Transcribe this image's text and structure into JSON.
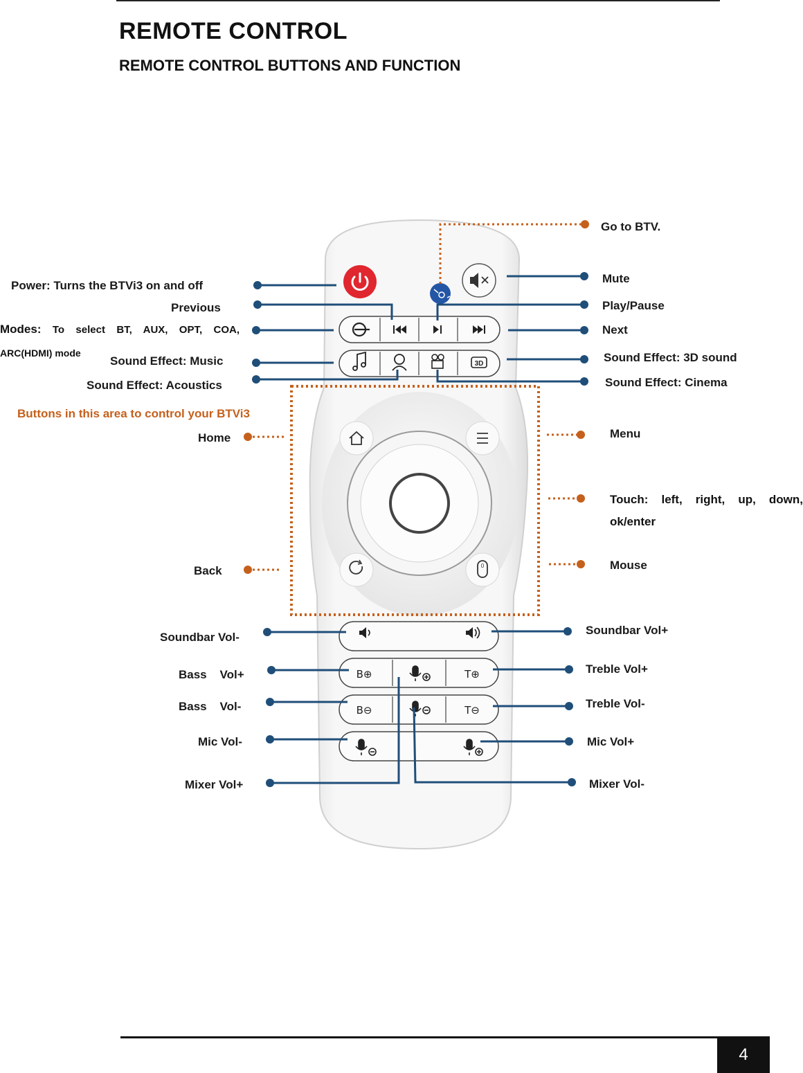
{
  "header": {
    "title": "REMOTE CONTROL",
    "subtitle": "REMOTE CONTROL BUTTONS AND FUNCTION"
  },
  "labels_left": {
    "power": "Power: Turns the BTVi3 on and off",
    "previous": "Previous",
    "modes_head": "Modes:",
    "modes_body": "To select BT, AUX, OPT, COA,",
    "modes_line2": "ARC(HDMI) mode",
    "sound_music": "Sound Effect: Music",
    "sound_acoustics": "Sound Effect: Acoustics",
    "area_note": "Buttons in this area to control your BTVi3",
    "home": "Home",
    "back": "Back",
    "soundbar_vol_minus": "Soundbar Vol-",
    "bass_vol_plus": "Bass    Vol+",
    "bass_vol_minus": "Bass    Vol-",
    "mic_vol_minus": "Mic Vol-",
    "mixer_vol_plus": "Mixer Vol+"
  },
  "labels_right": {
    "go_to_btv": "Go to BTV.",
    "mute": "Mute",
    "play_pause": "Play/Pause",
    "next": "Next",
    "sound_3d": "Sound Effect: 3D sound",
    "sound_cinema": "Sound Effect: Cinema",
    "menu": "Menu",
    "touch_line1": "Touch:  left,  right,  up,  down,",
    "touch_line2": "ok/enter",
    "mouse": "Mouse",
    "soundbar_vol_plus": "Soundbar Vol+",
    "treble_vol_plus": "Treble Vol+",
    "treble_vol_minus": "Treble Vol-",
    "mic_vol_plus": "Mic Vol+",
    "mixer_vol_minus": "Mixer Vol-"
  },
  "remote_keys": {
    "bass_plus": "B⊕",
    "bass_minus": "B⊖",
    "treble_plus": "T⊕",
    "treble_minus": "T⊖",
    "three_d": "3D",
    "mouse_zero": "0"
  },
  "colors": {
    "blue_line": "#1f4e79",
    "orange_dot": "#c5601c",
    "power_red": "#e0262f",
    "btv_blue": "#2456a6"
  },
  "footer": {
    "page_number": "4"
  }
}
